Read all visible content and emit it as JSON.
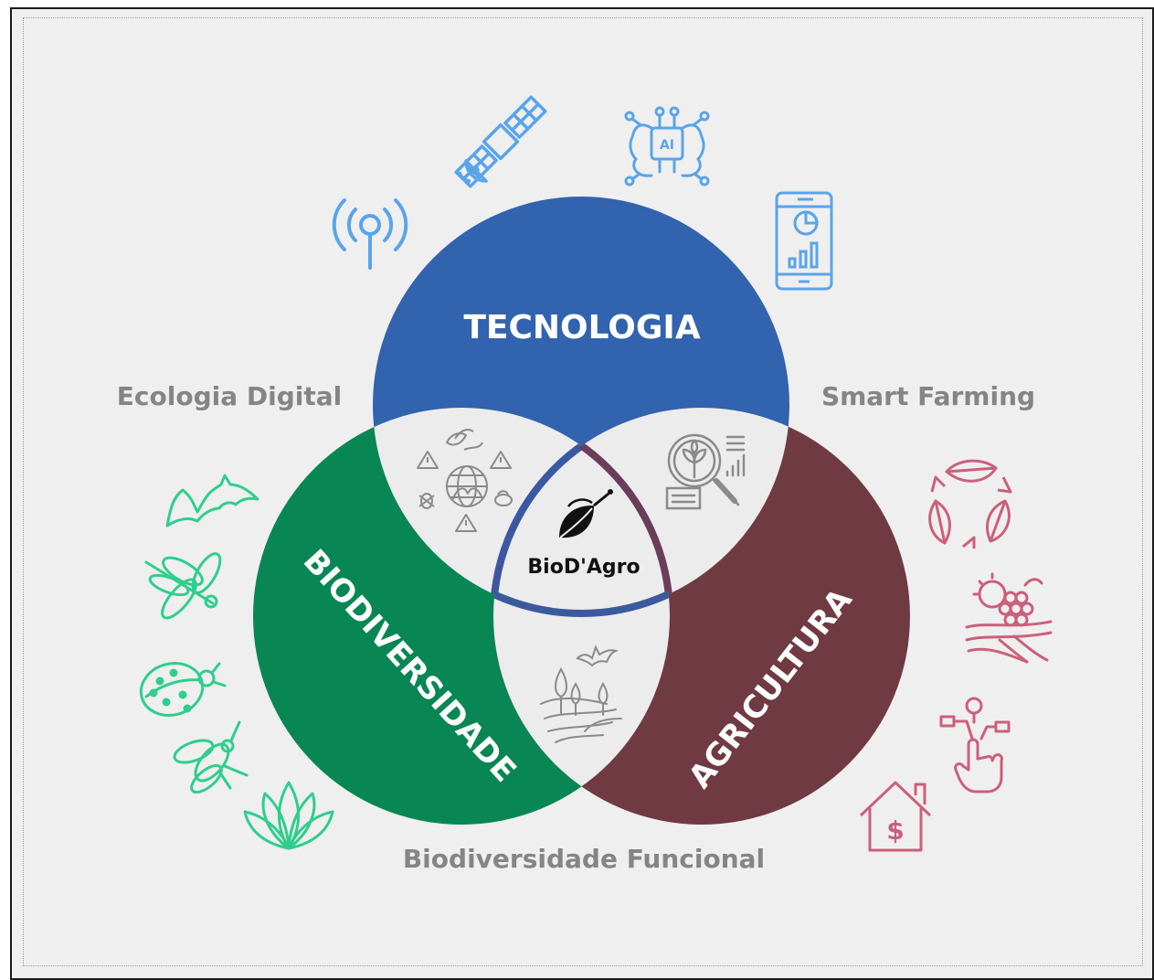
{
  "diagram": {
    "circles": {
      "tecnologia": {
        "label": "TECNOLOGIA",
        "color": "#3163ae"
      },
      "biodiversidade": {
        "label": "BIODIVERSIDADE",
        "color": "#088654"
      },
      "agricultura": {
        "label": "AGRICULTURA",
        "color": "#703a42"
      }
    },
    "intersections": {
      "tec_bio": "Ecologia Digital",
      "tec_agri": "Smart Farming",
      "bio_agri": "Biodiversidade Funcional"
    },
    "center": {
      "logo_text": "BioD'Agro"
    },
    "icon_colors": {
      "tecnologia": "#5aa4ea",
      "biodiversidade": "#2fce8c",
      "agricultura": "#cc5f7c",
      "intersection": "#8a8a8a"
    },
    "icons": {
      "tecnologia": [
        "antenna-icon",
        "satellite-icon",
        "ai-chip-icon",
        "smartphone-chart-icon"
      ],
      "biodiversidade": [
        "bat-icon",
        "dragonfly-icon",
        "ladybug-icon",
        "fly-icon",
        "plant-icon"
      ],
      "agricultura": [
        "recycle-leaves-icon",
        "crop-field-icon",
        "touch-control-icon",
        "house-dollar-icon"
      ],
      "intersections": [
        "ecology-alerts-icon",
        "crop-analysis-icon",
        "landscape-icon"
      ]
    },
    "ai_chip_text": "AI",
    "dollar_sign": "$"
  }
}
